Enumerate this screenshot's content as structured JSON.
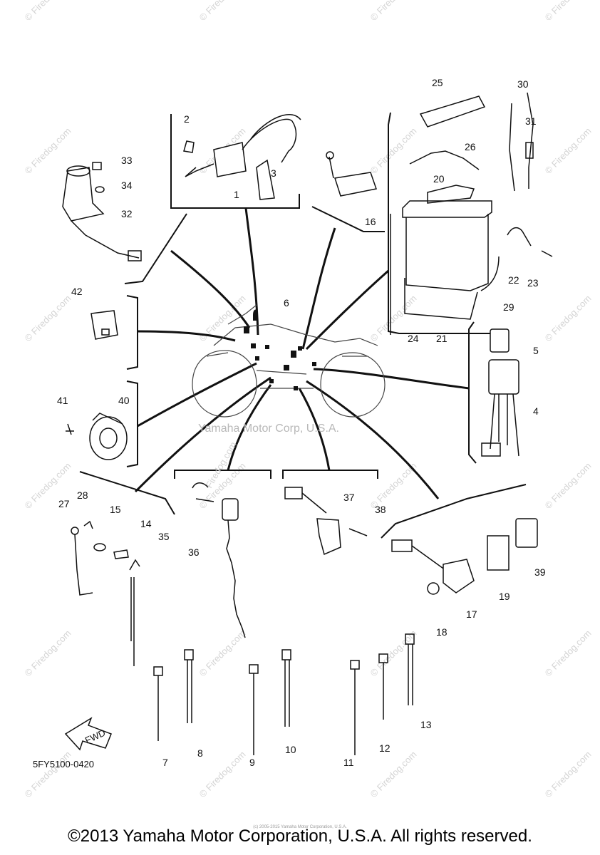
{
  "diagram": {
    "part_code": "5FY5100-0420",
    "fwd_label": "FWD",
    "center_watermark": "Yamaha Motor Corp, U.S.A.",
    "site_watermark": "Firedog.com",
    "watermark": "© Firedog.com",
    "callouts": [
      "1",
      "2",
      "3",
      "4",
      "5",
      "6",
      "7",
      "8",
      "9",
      "10",
      "11",
      "12",
      "13",
      "14",
      "15",
      "16",
      "17",
      "18",
      "19",
      "20",
      "21",
      "22",
      "23",
      "24",
      "25",
      "26",
      "27",
      "28",
      "29",
      "30",
      "31",
      "32",
      "33",
      "34",
      "35",
      "36",
      "37",
      "38",
      "39",
      "40",
      "41",
      "42"
    ]
  },
  "footer": {
    "small_copyright": "(c) 2005-2015 Yamaha Motor Corporation, U.S.A.",
    "copyright": "©2013 Yamaha Motor Corporation, U.S.A. All rights reserved."
  }
}
